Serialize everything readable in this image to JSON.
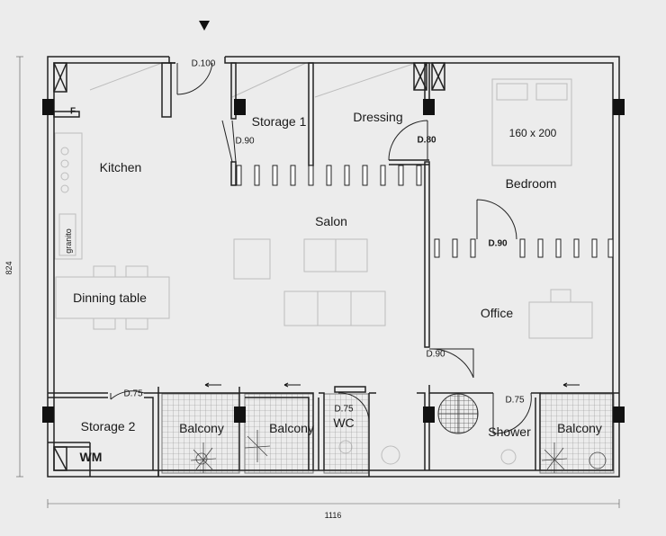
{
  "rooms": {
    "kitchen": "Kitchen",
    "storage1": "Storage 1",
    "dressing": "Dressing",
    "bed_size": "160 x 200",
    "bedroom": "Bedroom",
    "salon": "Salon",
    "dining": "Dinning table",
    "office": "Office",
    "storage2": "Storage 2",
    "wm": "WM",
    "balcony1": "Balcony",
    "balcony2": "Balcony",
    "wc": "WC",
    "shower": "Shower",
    "balcony3": "Balcony",
    "fridge": "F",
    "granito": "granito"
  },
  "doors": {
    "entrance": "D.100",
    "storage1": "D.90",
    "dressing": "D.80",
    "bedroom": "D.90",
    "office": "D.90",
    "storage2": "D.75",
    "wc": "D.75",
    "shower": "D.75"
  },
  "dimensions": {
    "height": "824",
    "width": "1116"
  },
  "colors": {
    "background": "#ececec",
    "wall": "#222222",
    "column": "#111111",
    "furniture": "#bdbdbd",
    "tile": "#9a9a9a"
  },
  "icons": {
    "entrance": "entrance-arrow-icon"
  }
}
